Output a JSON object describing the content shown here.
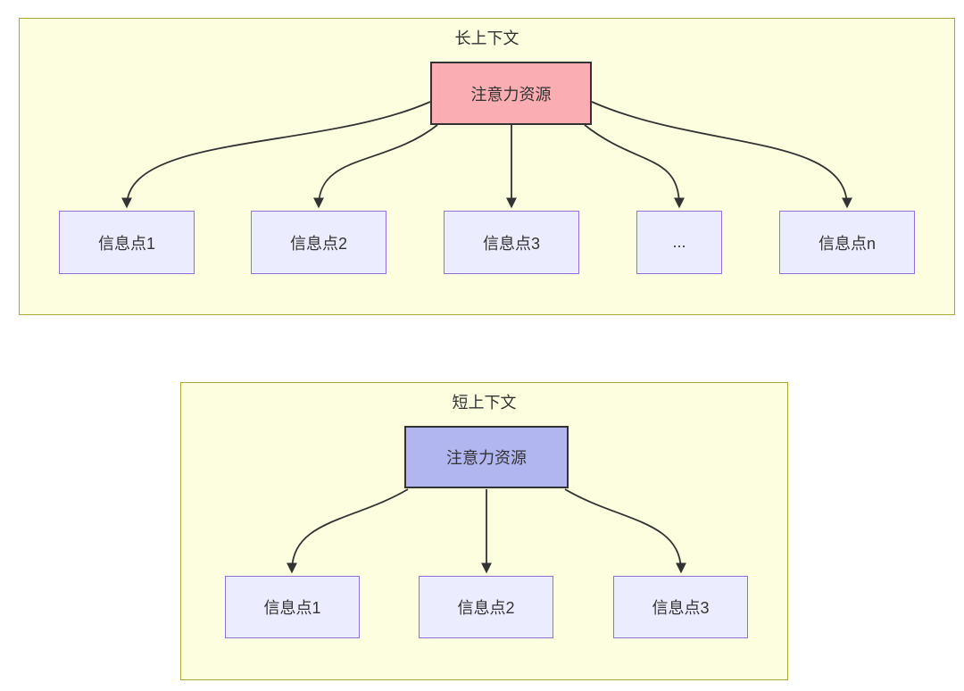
{
  "diagram": {
    "type": "flowchart",
    "long_context": {
      "title": "长上下文",
      "attention_label": "注意力资源",
      "info_nodes": [
        "信息点1",
        "信息点2",
        "信息点3",
        "...",
        "信息点n"
      ]
    },
    "short_context": {
      "title": "短上下文",
      "attention_label": "注意力资源",
      "info_nodes": [
        "信息点1",
        "信息点2",
        "信息点3"
      ]
    },
    "colors": {
      "cluster_fill": "#fdfddf",
      "cluster_border": "#aaaa33",
      "attention_long_fill": "#faadb2",
      "attention_short_fill": "#b1b6f0",
      "attention_border": "#333333",
      "info_fill": "#ececff",
      "info_border": "#9370db",
      "arrow_color": "#333333",
      "text_color": "#333333"
    }
  }
}
